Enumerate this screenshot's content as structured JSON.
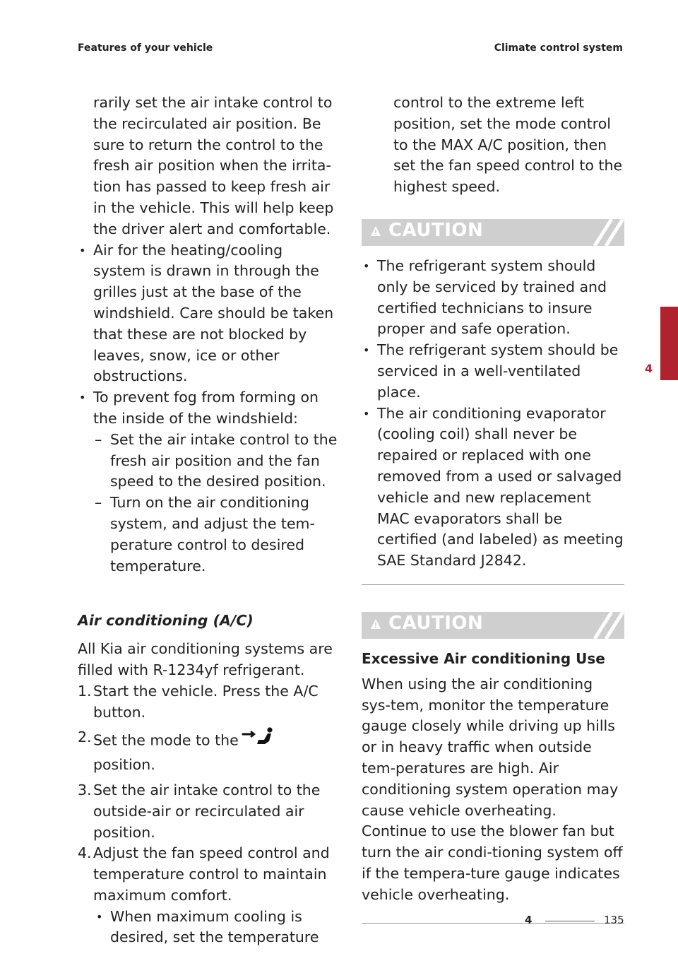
{
  "header": {
    "left": "Features of your vehicle",
    "right": "Climate control system"
  },
  "left_column": {
    "intro_lines": "rarily set the air intake control to the recirculated air position. Be sure to return the control to the fresh air position when the irrita-tion has passed to keep fresh air in the vehicle. This will help keep the driver alert and comfortable.",
    "bullet1": "Air for the heating/cooling system is drawn in through the grilles just at the base of the windshield. Care should be taken that these are not blocked by leaves, snow, ice or other obstructions.",
    "bullet2": "To prevent fog from forming on the inside of the windshield:",
    "dash1": "Set the air intake control to the fresh air position and the fan speed to the desired position.",
    "dash2": "Turn on the air conditioning system, and adjust the tem-perature control to desired temperature.",
    "section_title": "Air conditioning (A/C)",
    "section_intro": "All Kia air conditioning systems are filled with R-1234yf refrigerant.",
    "steps": [
      {
        "n": "1.",
        "text": "Start the vehicle. Press the A/C button."
      },
      {
        "n": "2.",
        "pre": "Set the mode to the",
        "post": "position."
      },
      {
        "n": "3.",
        "text": "Set the air intake control to the outside-air or recirculated air position."
      },
      {
        "n": "4.",
        "text": "Adjust the fan speed control and temperature control to maintain maximum comfort."
      }
    ],
    "sub_bullet": "When maximum cooling is desired, set the temperature"
  },
  "right_column": {
    "continuation": "control to the extreme left position, set the mode control to the MAX A/C position, then set the fan speed control to the highest speed.",
    "caution1": {
      "label": "CAUTION",
      "bullets": [
        "The refrigerant system should only be serviced by trained and certified technicians to insure proper and safe operation.",
        "The refrigerant system should be serviced in a well-ventilated place.",
        "The air conditioning evaporator (cooling coil) shall never be repaired or replaced with one removed from a used or salvaged vehicle and new replacement MAC evaporators shall be certified (and labeled) as meeting SAE Standard J2842."
      ]
    },
    "caution2": {
      "label": "CAUTION",
      "heading": "Excessive Air conditioning Use",
      "body": "When using the air conditioning sys-tem, monitor the temperature gauge closely while driving up hills or in heavy traffic when outside tem-peratures are high. Air conditioning system operation may cause vehicle overheating. Continue to use the blower fan but turn the air condi-tioning system off if the tempera-ture gauge indicates vehicle overheating."
    }
  },
  "side_tab": {
    "number": "4",
    "color": "#b0222e"
  },
  "footer": {
    "chapter": "4",
    "page": "135"
  }
}
